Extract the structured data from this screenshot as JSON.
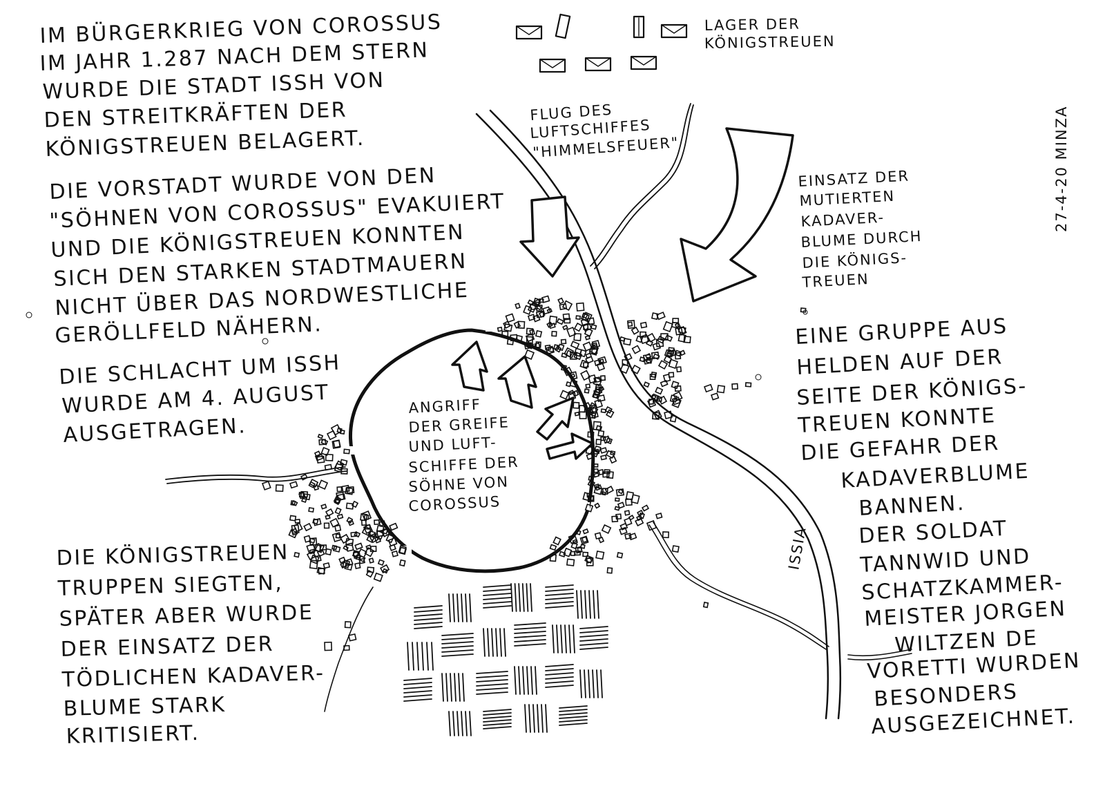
{
  "title_block": [
    "IM BÜRGERKRIEG VON COROSSUS",
    "IM JAHR  1.287 NACH DEM STERN",
    "WURDE DIE STADT ISSH VON",
    "DEN STREITKRÄFTEN DER",
    "KÖNIGSTREUEN BELAGERT."
  ],
  "evacuation_block": [
    "DIE VORSTADT WURDE VON DEN",
    "\"SÖHNEN VON COROSSUS\" EVAKUIERT",
    "UND DIE KÖNIGSTREUEN KONNTEN",
    "SICH DEN STARKEN STADTMAUERN",
    "NICHT ÜBER DAS NORDWESTLICHE",
    "GERÖLLFELD NÄHERN."
  ],
  "battle_block": [
    "DIE SCHLACHT UM ISSH",
    "WURDE AM 4. AUGUST",
    "AUSGETRAGEN."
  ],
  "victory_block": [
    "DIE KÖNIGSTREUEN",
    "TRUPPEN SIEGTEN,",
    "SPÄTER ABER WURDE",
    "DER EINSATZ DER",
    "TÖDLICHEN KADAVER-",
    "BLUME STARK",
    "KRITISIERT."
  ],
  "camp_label": [
    "LAGER DER",
    "KÖNIGSTREUEN"
  ],
  "airship_label": [
    "FLUG DES",
    "LUFTSCHIFFES",
    "\"HIMMELSFEUER\""
  ],
  "cadaver_label": [
    "EINSATZ DER",
    "MUTIERTEN",
    "KADAVER-",
    "BLUME DURCH",
    "DIE KÖNIGS-",
    "TREUEN"
  ],
  "city_label": [
    "ANGRIFF",
    "DER GREIFE",
    "UND LUFT-",
    "SCHIFFE DER",
    "SÖHNE VON",
    "COROSSUS"
  ],
  "heroes_block": [
    "EINE GRUPPE AUS",
    "HELDEN AUF DER",
    "SEITE DER KÖNIGS-",
    "TREUEN KONNTE",
    "DIE GEFAHR DER",
    "KADAVERBLUME",
    "BANNEN."
  ],
  "honors_block": [
    "DER SOLDAT",
    "TANNWID UND",
    "SCHATZKAMMER-",
    "MEISTER JORGEN",
    "WILTZEN DE",
    "VORETTI WURDEN",
    "BESONDERS",
    "AUSGEZEICHNET."
  ],
  "river_label": "ISSIA",
  "signature": "27-4-20 MINZA",
  "ink_color": "#111111",
  "paper_color": "#ffffff"
}
